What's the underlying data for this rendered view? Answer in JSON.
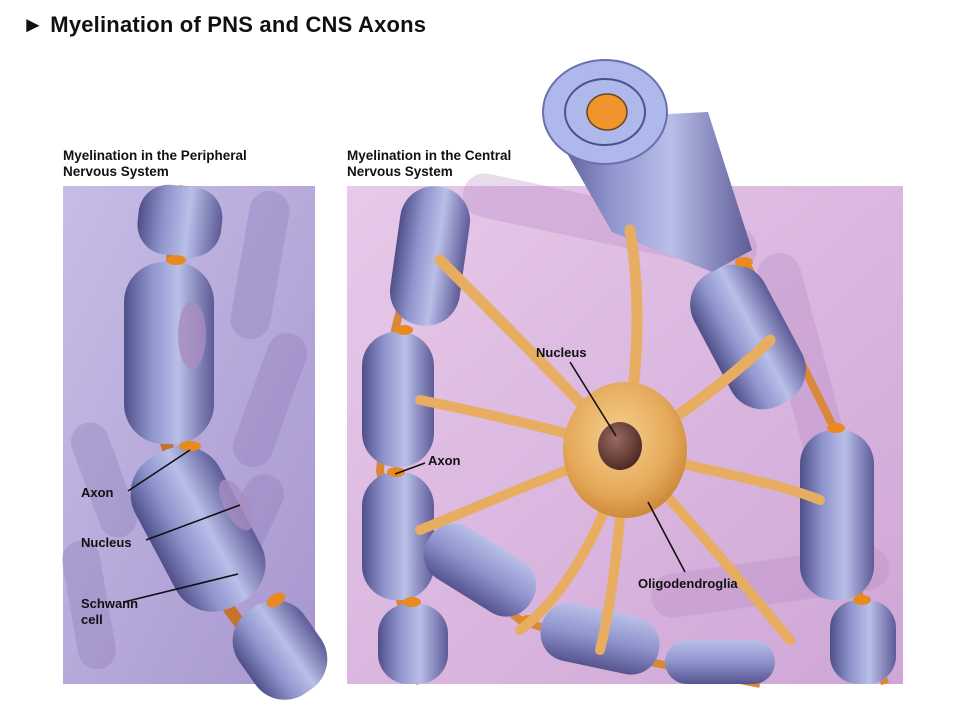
{
  "title": "► Myelination of PNS and CNS Axons",
  "pns": {
    "heading_line1": "Myelination in the Peripheral",
    "heading_line2": "Nervous System",
    "labels": {
      "axon": "Axon",
      "nucleus": "Nucleus",
      "schwann_line1": "Schwann",
      "schwann_line2": "cell"
    }
  },
  "cns": {
    "heading_line1": "Myelination in the Central",
    "heading_line2": "Nervous System",
    "labels": {
      "nucleus": "Nucleus",
      "axon": "Axon",
      "oligodendroglia": "Oligodendroglia"
    }
  },
  "colors": {
    "pns_background": "#b4a6d6",
    "cns_background": "#d9b6de",
    "myelin": "#8e93cc",
    "myelin_dark": "#5b5a94",
    "oligodendrocyte": "#eab566",
    "node": "#e88a1e",
    "cell_nucleus": "#6a3c36"
  }
}
